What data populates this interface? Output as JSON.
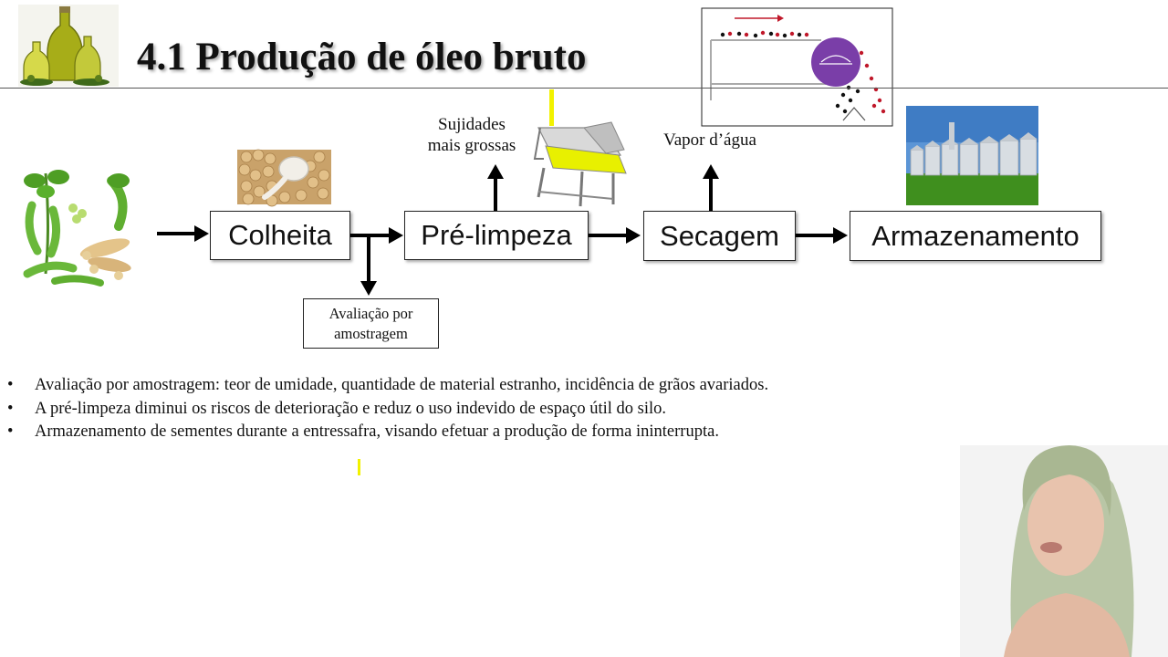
{
  "slide": {
    "title": "4.1 Produção de óleo bruto"
  },
  "flow": {
    "steps": [
      "Colheita",
      "Pré-limpeza",
      "Secagem",
      "Armazenamento"
    ],
    "branch_down_label_line1": "Avaliação por",
    "branch_down_label_line2": "amostragem",
    "prelimpeza_output_line1": "Sujidades",
    "prelimpeza_output_line2": "mais grossas",
    "secagem_output": "Vapor d’água"
  },
  "bullets": [
    "Avaliação por amostragem: teor de umidade, quantidade de material estranho, incidência de grãos avariados.",
    "A pré-limpeza diminui os riscos de deterioração e reduz o uso indevido de espaço útil do silo.",
    "Armazenamento de sementes durante a entressafra, visando efetuar a produção de forma ininterrupta."
  ],
  "bullet_symbol": "•",
  "colors": {
    "olive_oil": "#9aa012",
    "soy_green": "#5a9e2a",
    "sky": "#4a86c8",
    "grass": "#3f8f1e",
    "highlight_yellow": "#f2f200",
    "dryer_purple": "#7a3ea8",
    "grain_red": "#c0182a"
  }
}
